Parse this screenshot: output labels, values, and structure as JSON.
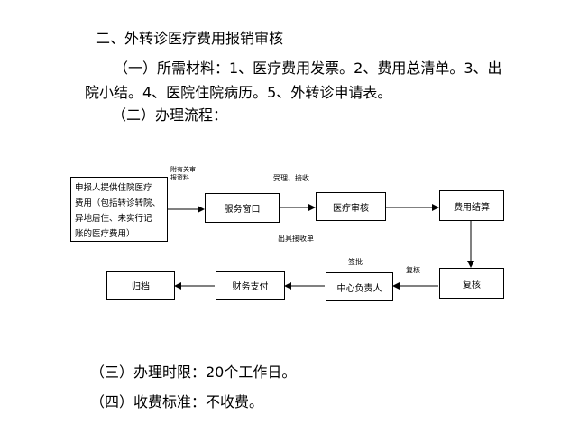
{
  "section_heading": "二、外转诊医疗费用报销审核",
  "materials_line1": "（一）所需材料：1、医疗费用发票。2、费用总清单。3、出",
  "materials_line2": "院小结。4、医院住院病历。5、外转诊申请表。",
  "process_heading": "（二）办理流程：",
  "flow": {
    "applicant": "申报人提供住院医疗\n费用（包括转诊转院、\n异地居住、未实行记\n账的医疗费用）",
    "service_window": "服务窗口",
    "medical_review": "医疗审核",
    "settlement": "费用结算",
    "recheck": "复核",
    "center_head": "中心负责人",
    "finance_payment": "财务支付",
    "archive": "归档",
    "note_attachments": "附有关审\n报资料",
    "note_accept": "受理、接收",
    "note_receipt": "出具接收单",
    "note_sign": "签批",
    "note_recheck": "复核"
  },
  "time_limit": "（三）办理时限：20个工作日。",
  "fee_standard": "（四）收费标准：不收费。"
}
